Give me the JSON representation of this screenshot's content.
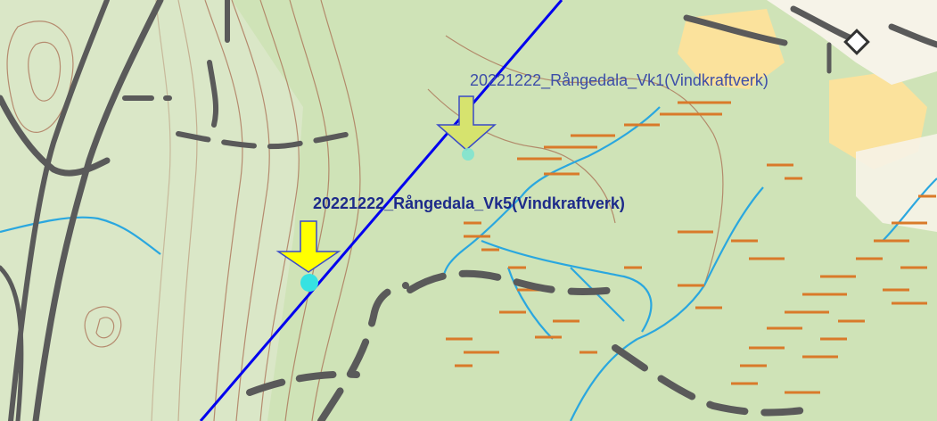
{
  "markers": [
    {
      "label": "20221222_Rångedala_Vk1(Vindkraftverk)",
      "style": "normal",
      "arrow_color": "#d6e36e",
      "dot_color": "#7fe3cf"
    },
    {
      "label": "20221222_Rångedala_Vk5(Vindkraftverk)",
      "style": "bold",
      "arrow_color": "#ffff00",
      "dot_color": "#36e2e2"
    }
  ],
  "colors": {
    "land": "#cfe3b7",
    "forest_light": "#e2ecd2",
    "field": "#fbe29c",
    "built": "#f6f3e8",
    "road": "#5a5a5a",
    "contour": "#a6654a",
    "stream": "#2aa7df",
    "wetland_hatch": "#d97a2a",
    "boundary_line": "#0000ee",
    "label_text": "#1d2a8a"
  },
  "icons": [
    "arrow-down-icon",
    "marker-dot-icon",
    "building-icon"
  ]
}
